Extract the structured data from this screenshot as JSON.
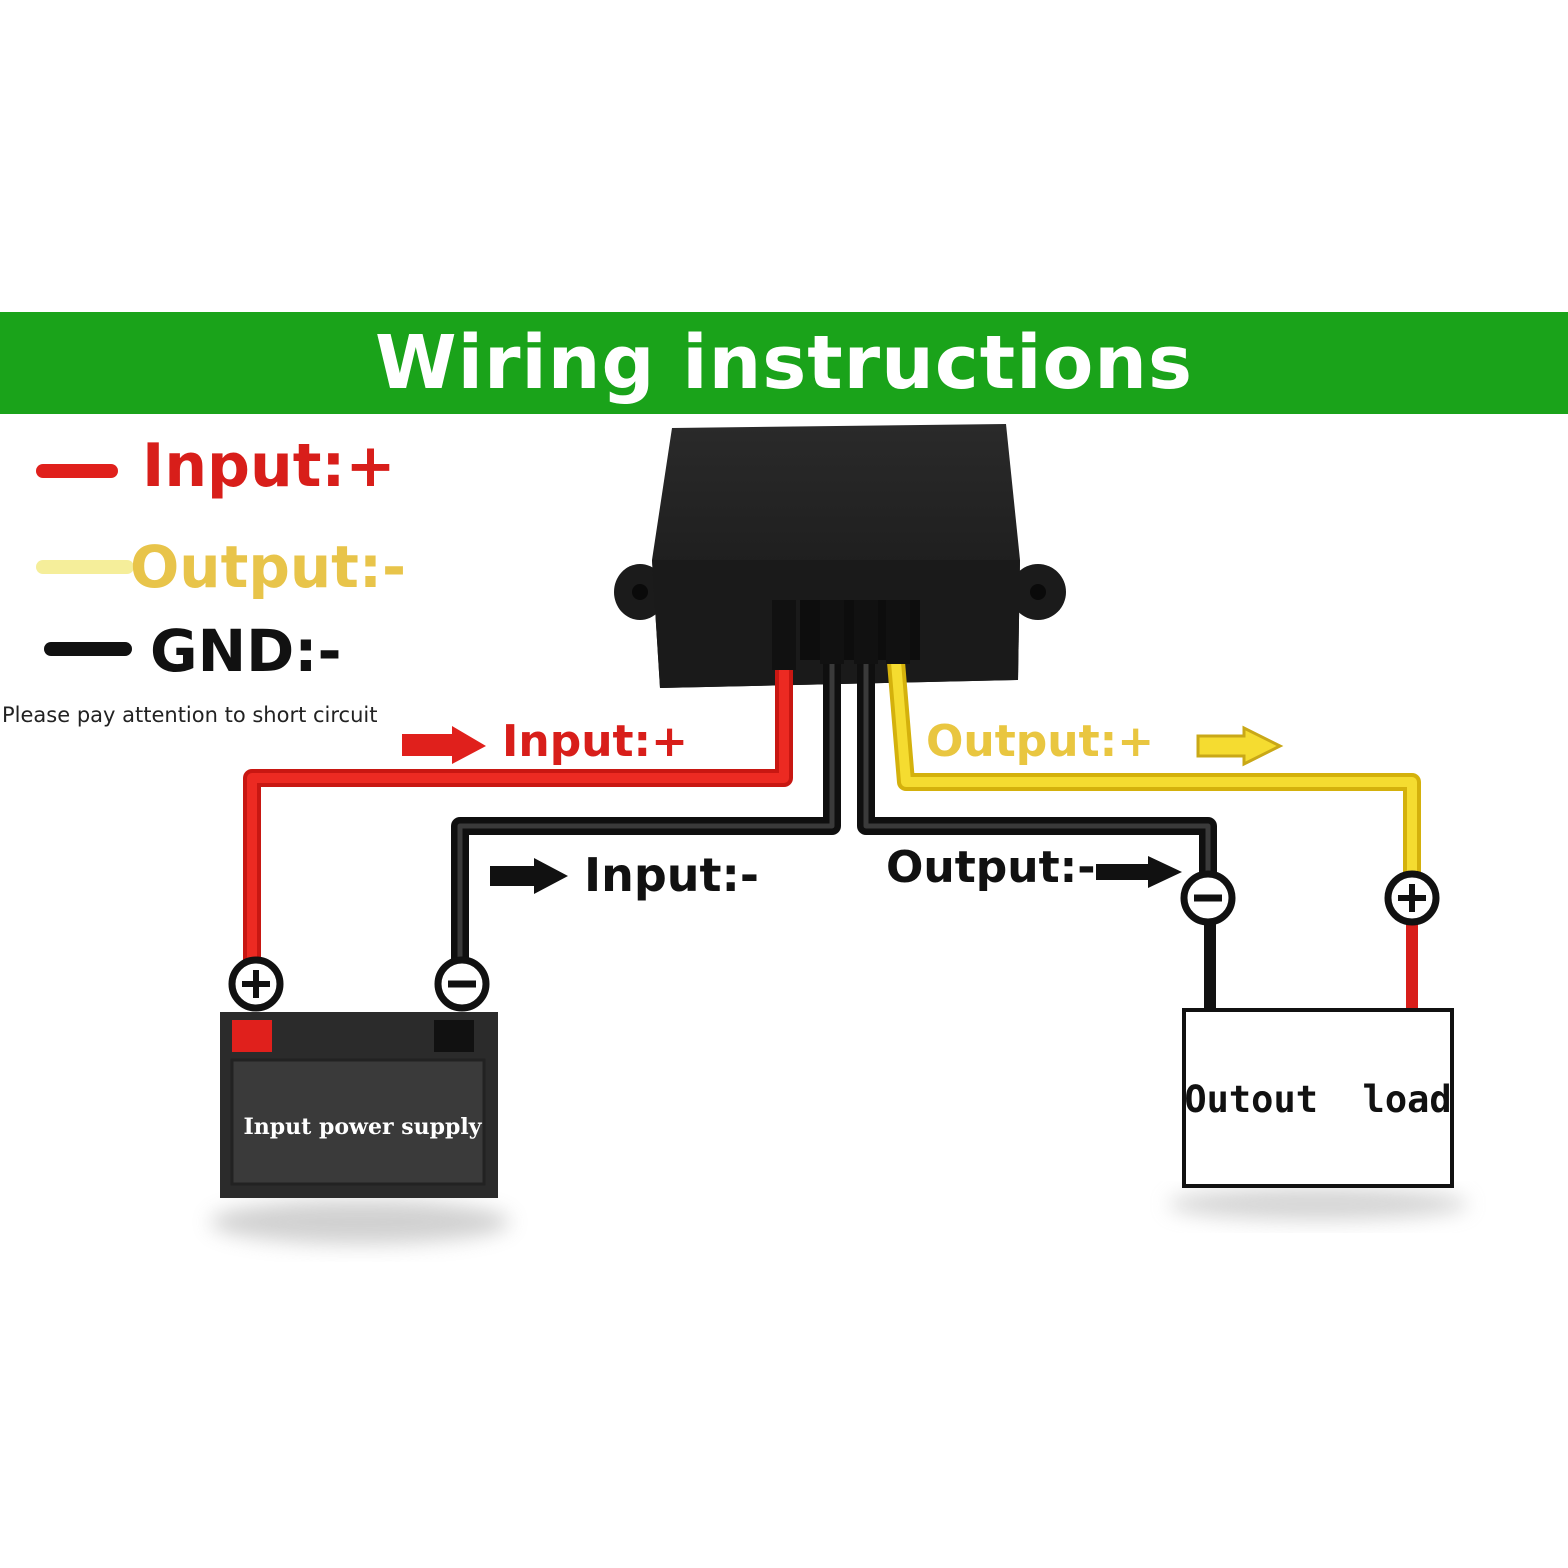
{
  "banner": {
    "title": "Wiring instructions"
  },
  "legend": {
    "input_plus": "Input:+",
    "output_minus": "Output:-",
    "gnd": "GND:-"
  },
  "note": "Please pay attention to short circuit",
  "wires": {
    "input_plus": "Input:+",
    "input_minus": "Input:-",
    "output_plus": "Output:+",
    "output_minus": "Output:-"
  },
  "battery": {
    "label": "Input power supply"
  },
  "load": {
    "label": "Outout  load"
  },
  "colors": {
    "banner": "#1aa31a",
    "red": "#e0201c",
    "yellow": "#f2d22a",
    "legend_yellow": "#e8c44a",
    "black": "#111111"
  }
}
